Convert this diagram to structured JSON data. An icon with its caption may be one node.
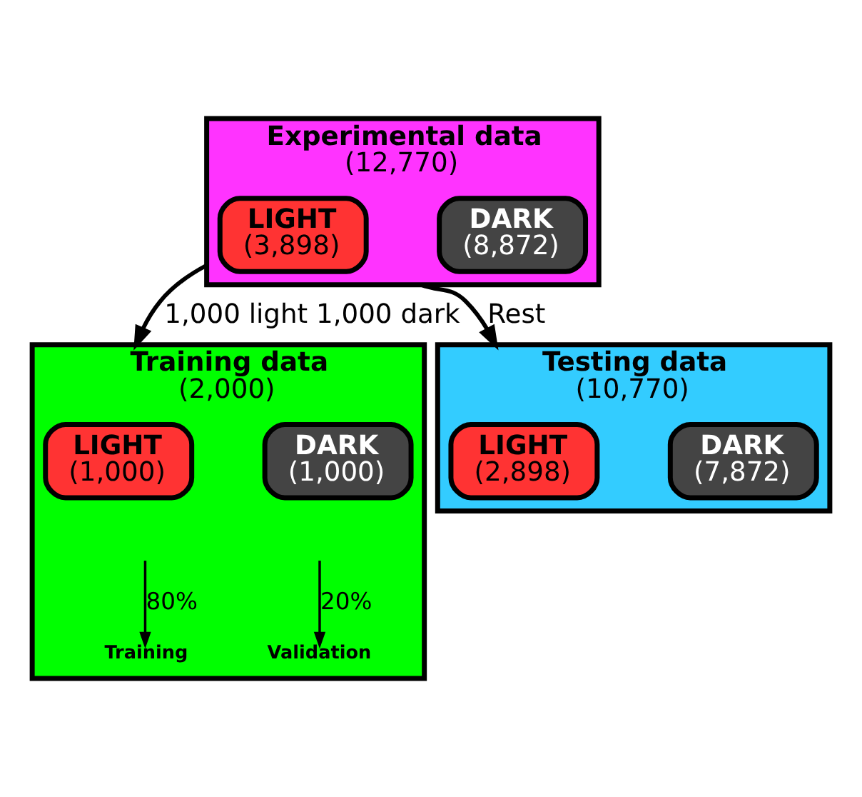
{
  "diagram": {
    "nodes": [
      {
        "text": [
          "Experimental data",
          "(12,770)"
        ]
      },
      {
        "text": [
          "LIGHT",
          "(3,898)"
        ],
        "in": 0
      },
      {
        "text": [
          "DARK",
          "(8,872)"
        ],
        "in": 0
      },
      {
        "text": [
          "Training data",
          "(2,000)"
        ]
      },
      {
        "text": [
          "LIGHT",
          "(1,000)"
        ],
        "in": 3
      },
      {
        "text": [
          "DARK",
          "(1,000)"
        ],
        "in": 3
      },
      {
        "text": [
          "Training"
        ],
        "in": 3
      },
      {
        "text": [
          "Validation"
        ],
        "in": 3
      },
      {
        "text": [
          "Testing data",
          "(10,770)"
        ]
      },
      {
        "text": [
          "LIGHT",
          "(2,898)"
        ],
        "in": 8
      },
      {
        "text": [
          "DARK",
          "(7,872)"
        ],
        "in": 8
      }
    ],
    "edges": [
      {
        "from": 0,
        "to": 3,
        "arrow": "to",
        "label": "1,000 light 1,000 dark"
      },
      {
        "from": 0,
        "to": 8,
        "arrow": "to",
        "label": "Rest"
      },
      {
        "from": null,
        "to": 6,
        "arrow": "to",
        "label": "80%"
      },
      {
        "from": null,
        "to": 7,
        "arrow": "to",
        "label": "20%"
      }
    ]
  }
}
